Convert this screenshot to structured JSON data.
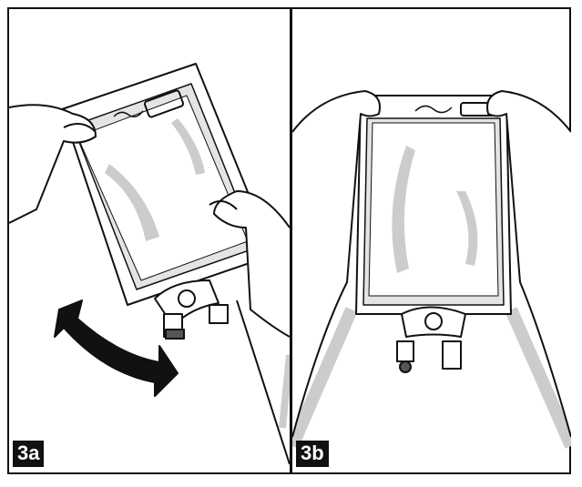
{
  "panels": [
    {
      "label": "3a",
      "icon": "shake-bag-illustration"
    },
    {
      "label": "3b",
      "icon": "hold-bag-illustration"
    }
  ],
  "colors": {
    "line": "#111111",
    "fill": "#d6d6d6",
    "background": "#ffffff"
  }
}
